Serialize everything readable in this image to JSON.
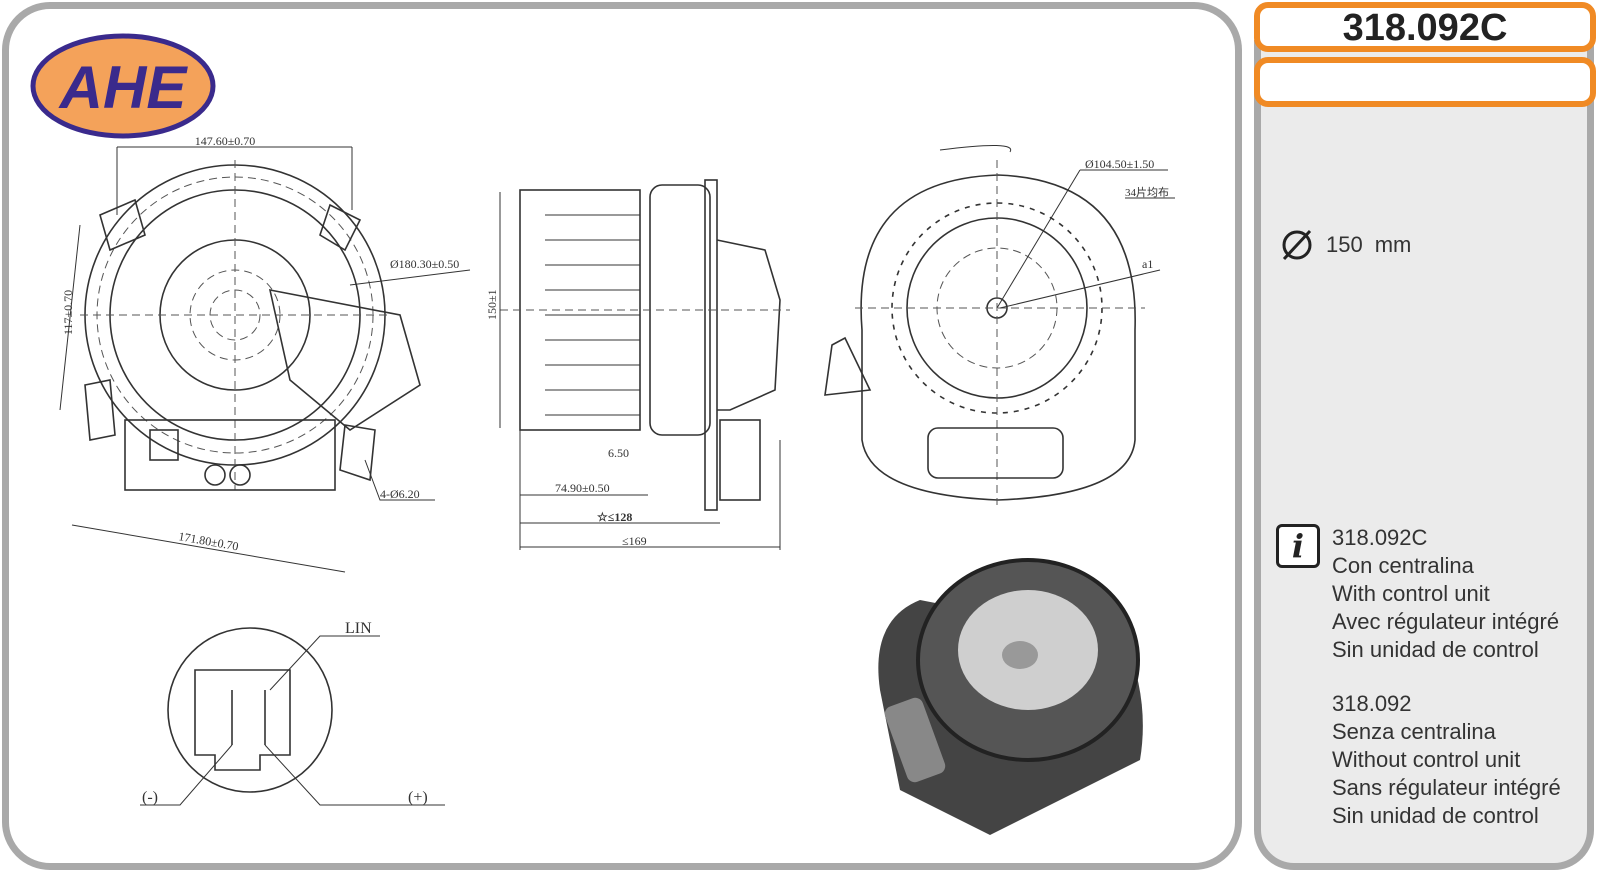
{
  "brand": {
    "logo_text": "AHE",
    "colors": {
      "logo_fill": "#f4a25a",
      "logo_border": "#3a2a8c",
      "accent": "#f08a24",
      "panel_bg": "#ebebeb",
      "border": "#a9a9a9"
    }
  },
  "header": {
    "part_code": "318.092C",
    "secondary": ""
  },
  "specs": {
    "diameter_icon": "diameter-icon",
    "diameter_value": "150",
    "diameter_unit": "mm"
  },
  "info": {
    "icon": "info-icon",
    "variant1": {
      "code": "318.092C",
      "lines": [
        "Con centralina",
        "With control unit",
        "Avec régulateur intégré",
        "Sin unidad de control"
      ]
    },
    "variant2": {
      "code": "318.092",
      "lines": [
        "Senza centralina",
        "Without control unit",
        "Sans régulateur intégré",
        "Sin unidad de control"
      ]
    }
  },
  "drawing": {
    "front": {
      "width": "147.60±0.70",
      "diameter": "Ø180.30±0.50",
      "height": "117±0.70",
      "holes": "4-Ø6.20",
      "diagonal": "171.80±0.70"
    },
    "side": {
      "height": "150±1",
      "offset": "6.50",
      "depth": "74.90±0.50",
      "max1": "☆≤128",
      "max2": "≤169"
    },
    "rear": {
      "wheel_diameter": "Ø104.50±1.50",
      "blades": "34片均布",
      "angle": "a1"
    },
    "connector": {
      "lin": "LIN",
      "minus": "(-)",
      "plus": "(+)"
    }
  }
}
